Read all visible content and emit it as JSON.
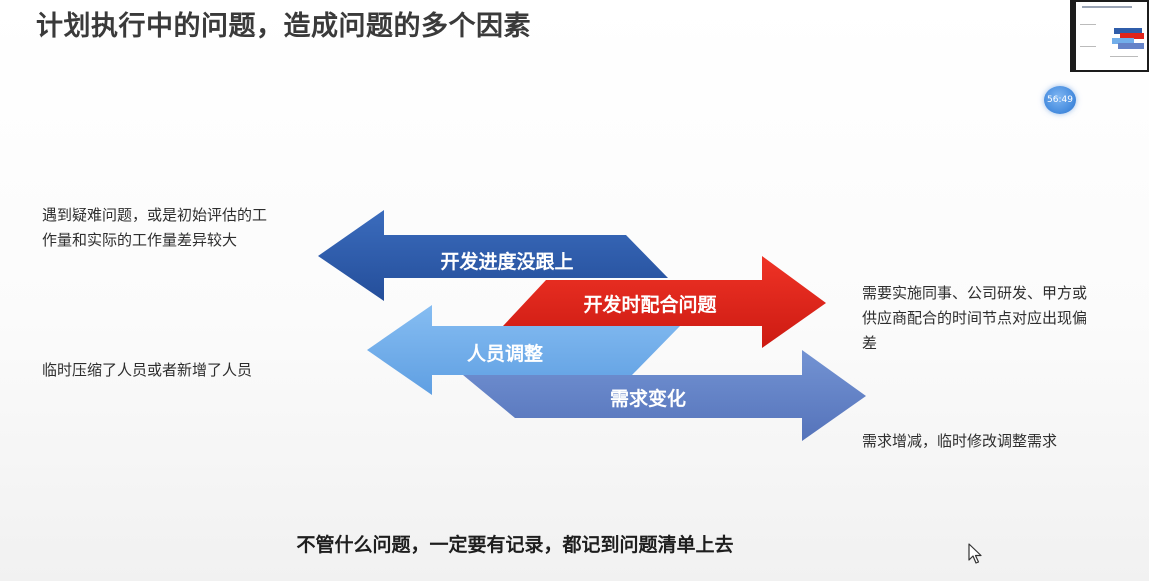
{
  "slide": {
    "title": "计划执行中的问题，造成问题的多个因素",
    "footer": "不管什么问题，一定要有记录，都记到问题清单上去"
  },
  "timer": {
    "time": "56:49"
  },
  "arrows": [
    {
      "label": "开发进度没跟上",
      "direction": "left",
      "color": "#2f5daa"
    },
    {
      "label": "开发时配合问题",
      "direction": "right",
      "color": "#e0231b"
    },
    {
      "label": "人员调整",
      "direction": "left",
      "color": "#72aeea"
    },
    {
      "label": "需求变化",
      "direction": "right",
      "color": "#6583c8"
    }
  ],
  "notes": {
    "top_left": [
      "遇到疑难问题，或是初始评估的工",
      "作量和实际的工作量差异较大"
    ],
    "mid_left": [
      "临时压缩了人员或者新增了人员"
    ],
    "top_right": [
      "需要实施同事、公司研发、甲方或",
      "供应商配合的时间节点对应出现偏",
      "差"
    ],
    "bottom_right": [
      "需求增减，临时修改调整需求"
    ]
  },
  "icons": {
    "cursor": "mouse-pointer-icon",
    "thumbnail": "presenter-thumbnail"
  }
}
